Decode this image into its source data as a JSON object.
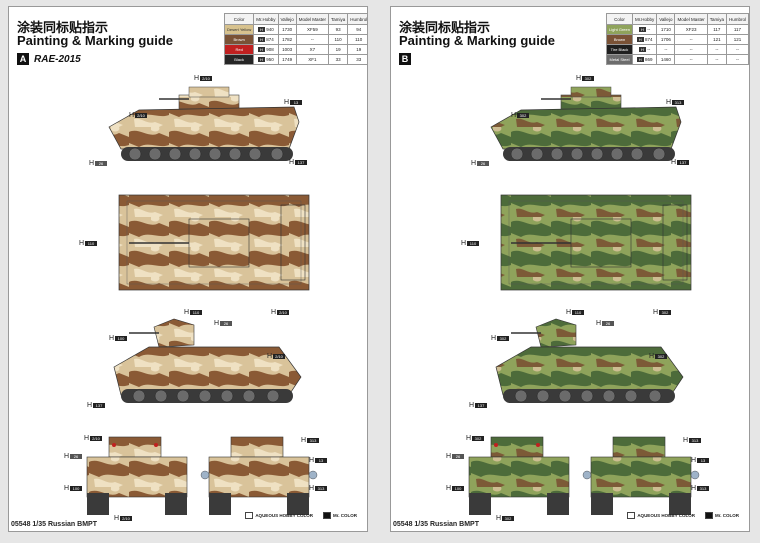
{
  "sheets": {
    "a": {
      "title_cn": "涂装同标贴指示",
      "title_en": "Painting & Marking guide",
      "variant_letter": "A",
      "variant_name": "RAE-2015",
      "table_headers": [
        "Color",
        "Mr.Hobby",
        "Vallejo",
        "Model Master",
        "Tamiya",
        "Humbrol"
      ],
      "rows": [
        {
          "color": "Desert Yellow",
          "swatch": "#d7c28e",
          "code": "H",
          "mrhobby": "940",
          "vallejo": "1730",
          "model_master": "XF59",
          "tamiya": "93",
          "humbrol": "94"
        },
        {
          "color": "Brown",
          "swatch": "#7a5236",
          "code": "H",
          "mrhobby": "874",
          "vallejo": "1782",
          "model_master": "--",
          "tamiya": "110",
          "humbrol": "110"
        },
        {
          "color": "Red",
          "swatch": "#c02020",
          "code": "H",
          "mrhobby": "908",
          "vallejo": "1003",
          "model_master": "X7",
          "tamiya": "19",
          "humbrol": "19"
        },
        {
          "color": "Black",
          "swatch": "#262626",
          "code": "H",
          "mrhobby": "950",
          "vallejo": "1749",
          "model_master": "XF1",
          "tamiya": "33",
          "humbrol": "33"
        }
      ],
      "callouts": [
        "2/10",
        "13",
        "26",
        "137",
        "2/10",
        "110",
        "110",
        "2/10",
        "100",
        "26",
        "137",
        "2/10",
        "313",
        "2/10",
        "26",
        "100",
        "2/10",
        "13",
        "313"
      ]
    },
    "b": {
      "title_cn": "涂装同标贴指示",
      "title_en": "Painting & Marking guide",
      "variant_letter": "B",
      "table_headers": [
        "Color",
        "Mr.Hobby",
        "Vallejo",
        "Model Master",
        "Tamiya",
        "Humbrol"
      ],
      "rows": [
        {
          "color": "Light Green",
          "swatch": "#8fa35b",
          "code": "H",
          "mrhobby": "--",
          "vallejo": "1710",
          "model_master": "XF23",
          "tamiya": "117",
          "humbrol": "117"
        },
        {
          "color": "Brown",
          "swatch": "#7a5236",
          "code": "H",
          "mrhobby": "874",
          "vallejo": "1706",
          "model_master": "--",
          "tamiya": "121",
          "humbrol": "121"
        },
        {
          "color": "Tire Black",
          "swatch": "#1f1f1f",
          "code": "H",
          "mrhobby": "--",
          "vallejo": "--",
          "model_master": "--",
          "tamiya": "--",
          "humbrol": "--"
        },
        {
          "color": "Metal Steel",
          "swatch": "#6d6d6d",
          "code": "H",
          "mrhobby": "869",
          "vallejo": "1460",
          "model_master": "--",
          "tamiya": "--",
          "humbrol": "--"
        }
      ],
      "callouts": [
        "302",
        "313",
        "26",
        "137",
        "302",
        "110",
        "110",
        "302",
        "302",
        "26",
        "137",
        "302",
        "313",
        "302",
        "26",
        "100",
        "302",
        "13",
        "313"
      ]
    }
  },
  "footer": {
    "product_code": "05548  1/35 Russian BMPT",
    "legend_aqueous": "AQUEOUS HOBBY COLOR",
    "legend_mrcolor": "Mr. COLOR"
  },
  "colors": {
    "desert_tan": "#d9c39a",
    "desert_brown": "#8a5a35",
    "desert_light": "#efe1c3",
    "green_dark": "#4d6b3a",
    "green_light": "#8fa35b",
    "green_brown": "#7c5a37",
    "hull_grey": "#cfcfcf"
  }
}
